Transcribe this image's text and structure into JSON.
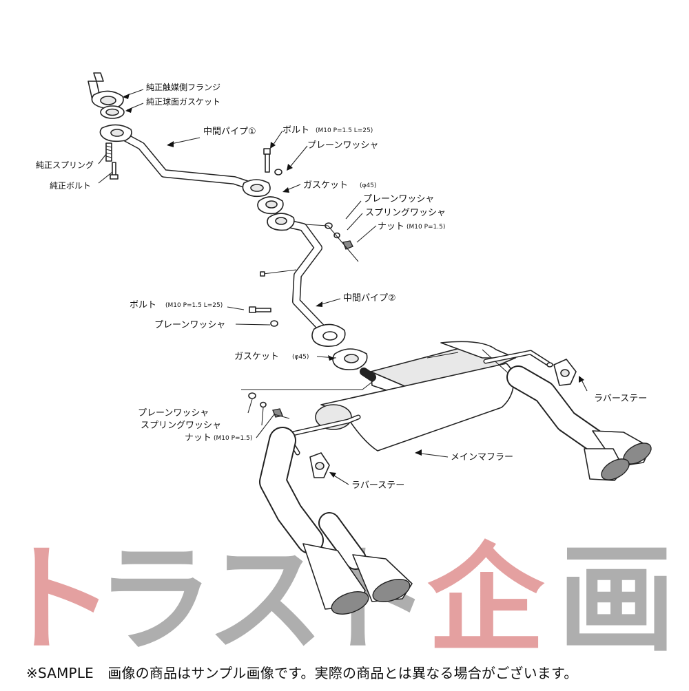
{
  "labels": {
    "oem_cat_flange": "純正触媒側フランジ",
    "oem_ball_gasket": "純正球面ガスケット",
    "oem_spring": "純正スプリング",
    "oem_bolt": "純正ボルト",
    "mid_pipe_1": "中間パイプ①",
    "bolt_1": "ボルト",
    "bolt_1_spec": "(M10 P=1.5 L=25)",
    "plain_washer_1": "プレーンワッシャ",
    "gasket_1": "ガスケット",
    "gasket_1_spec": "(φ45)",
    "plain_washer_2": "プレーンワッシャ",
    "spring_washer_1": "スプリングワッシャ",
    "nut_1": "ナット",
    "nut_1_spec": "(M10 P=1.5)",
    "mid_pipe_2": "中間パイプ②",
    "bolt_2": "ボルト",
    "bolt_2_spec": "(M10 P=1.5 L=25)",
    "plain_washer_3": "プレーンワッシャ",
    "gasket_2": "ガスケット",
    "gasket_2_spec": "(φ45)",
    "rubber_stay_right": "ラバーステー",
    "plain_washer_4": "プレーンワッシャ",
    "spring_washer_2": "スプリングワッシャ",
    "nut_2": "ナット",
    "nut_2_spec": "(M10 P=1.5)",
    "main_muffler": "メインマフラー",
    "rubber_stay_left": "ラバーステー"
  },
  "watermark": {
    "text": "トラスト企画",
    "colors": [
      "#d97b7b",
      "#8f8f8f",
      "#8f8f8f",
      "#8f8f8f",
      "#d97b7b",
      "#8f8f8f"
    ]
  },
  "footer": {
    "note": "※SAMPLE　画像の商品はサンプル画像です。実際の商品とは異なる場合がございます。"
  }
}
